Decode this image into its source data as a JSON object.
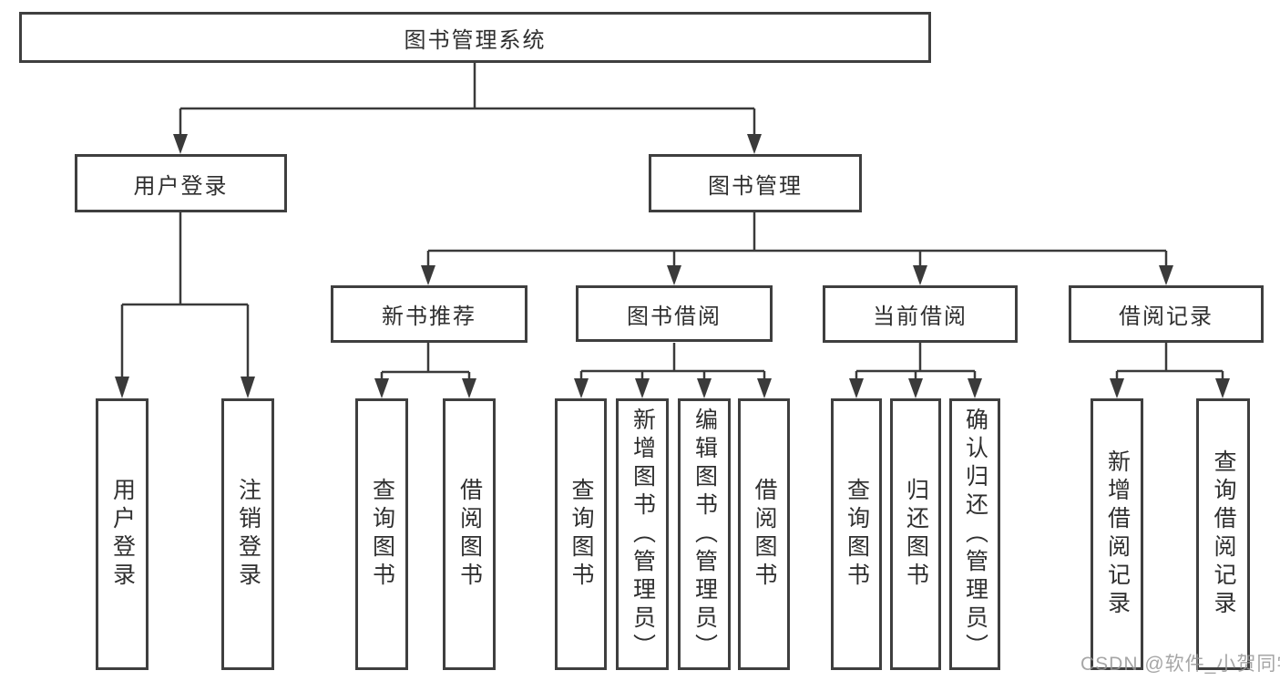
{
  "colors": {
    "line": "#3a3a3a",
    "box_border": "#3f3f3f",
    "text": "#2f2f2f",
    "watermark_text": "#969696",
    "background": "#ffffff"
  },
  "tree": {
    "label": "图书管理系统",
    "children": [
      {
        "label": "用户登录",
        "children": [
          {
            "label": "用户登录"
          },
          {
            "label": "注销登录"
          }
        ]
      },
      {
        "label": "图书管理",
        "children": [
          {
            "label": "新书推荐",
            "children": [
              {
                "label": "查询图书"
              },
              {
                "label": "借阅图书"
              }
            ]
          },
          {
            "label": "图书借阅",
            "children": [
              {
                "label": "查询图书"
              },
              {
                "label": "新增图书（管理员）"
              },
              {
                "label": "编辑图书（管理员）"
              },
              {
                "label": "借阅图书"
              }
            ]
          },
          {
            "label": "当前借阅",
            "children": [
              {
                "label": "查询图书"
              },
              {
                "label": "归还图书"
              },
              {
                "label": "确认归还（管理员）"
              }
            ]
          },
          {
            "label": "借阅记录",
            "children": [
              {
                "label": "新增借阅记录"
              },
              {
                "label": "查询借阅记录"
              }
            ]
          }
        ]
      }
    ]
  },
  "watermark": {
    "text": "CSDN @软件_小贺同学"
  }
}
